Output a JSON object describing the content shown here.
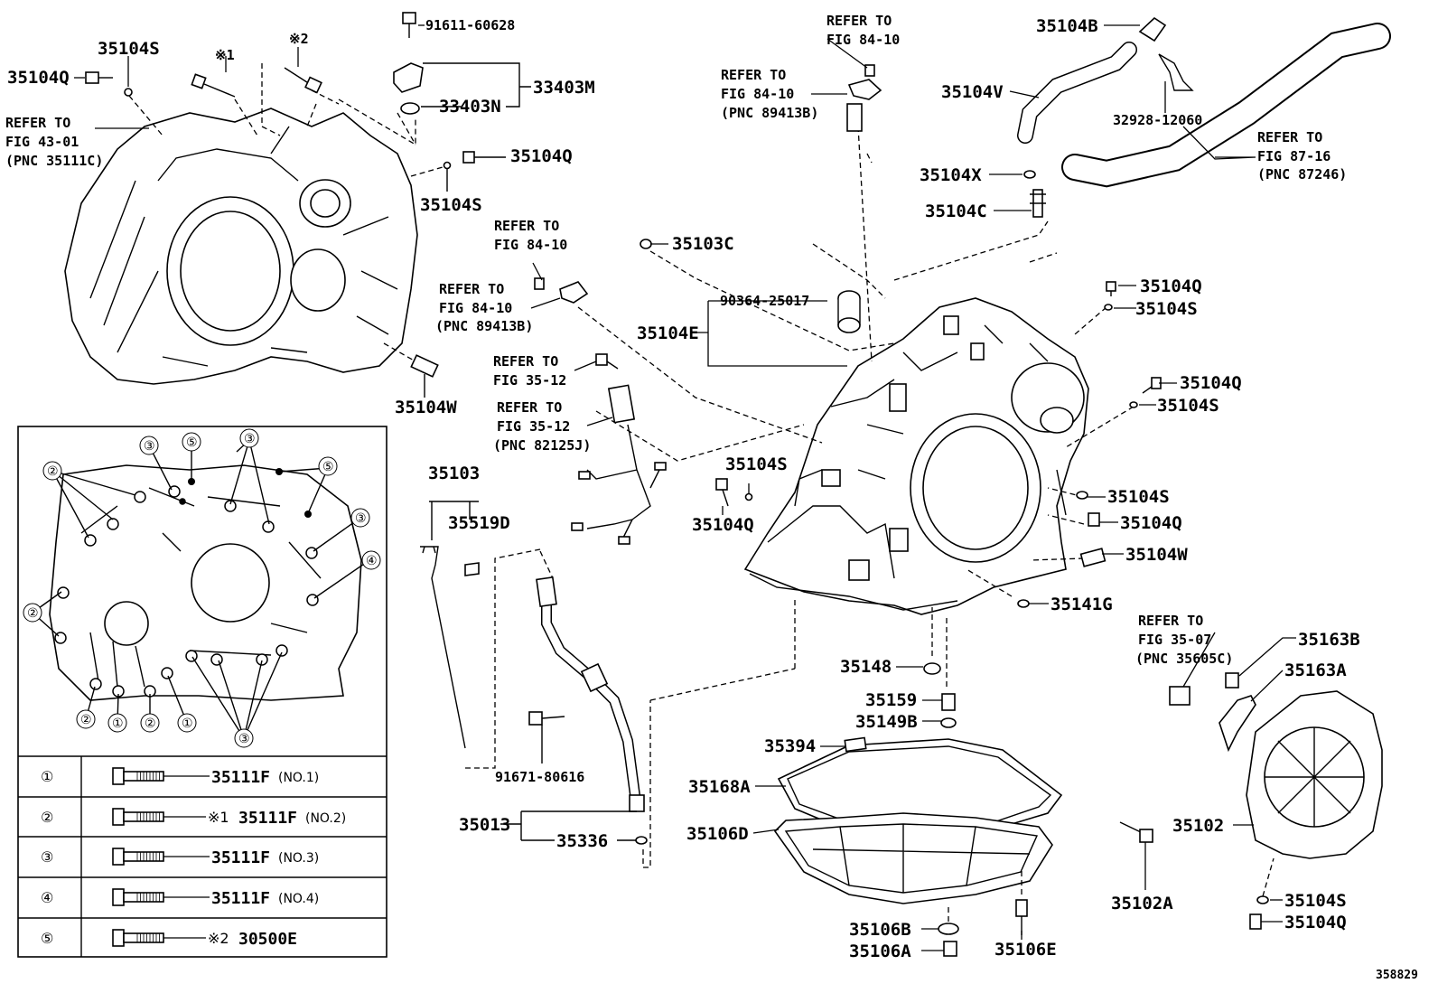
{
  "diagram_id": "358829",
  "labels": {
    "l35104S_a": "35104S",
    "l35104Q_a": "35104Q",
    "lmark1": "※1",
    "lmark2": "※2",
    "l91611": "91611-60628",
    "l33403M": "33403M",
    "l33403N": "33403N",
    "l35104Q_b": "35104Q",
    "l35104S_b": "35104S",
    "l35104W_a": "35104W",
    "refer_to": "REFER TO",
    "fig4301": "FIG 43-01",
    "pnc35111c": "(PNC 35111C)",
    "fig8410": "FIG 84-10",
    "pnc89413b": "(PNC 89413B)",
    "fig3512": "FIG 35-12",
    "pnc82125j": "(PNC 82125J)",
    "fig8716": "FIG 87-16",
    "pnc87246": "(PNC 87246)",
    "fig3507": "FIG 35-07",
    "pnc35605c": "(PNC 35605C)",
    "l35104B": "35104B",
    "l35104V": "35104V",
    "l32928": "32928-12060",
    "l35104X": "35104X",
    "l35104C": "35104C",
    "l35103C": "35103C",
    "l90364": "90364-25017",
    "l35104E": "35104E",
    "l35104Q_c": "35104Q",
    "l35104S_c": "35104S",
    "l35104Q_d": "35104Q",
    "l35104S_d": "35104S",
    "l35104S_e": "35104S",
    "l35104Q_e": "35104Q",
    "l35104W_b": "35104W",
    "l35141G": "35141G",
    "l35104S_f": "35104S",
    "l35104Q_f": "35104Q",
    "l35103": "35103",
    "l35519D": "35519D",
    "l91671": "91671-80616",
    "l35013": "35013",
    "l35336": "35336",
    "l35148": "35148",
    "l35159": "35159",
    "l35149B": "35149B",
    "l35394": "35394",
    "l35168A": "35168A",
    "l35106D": "35106D",
    "l35106B": "35106B",
    "l35106A": "35106A",
    "l35106E": "35106E",
    "l35163B": "35163B",
    "l35163A": "35163A",
    "l35102": "35102",
    "l35102A": "35102A",
    "l35104S_g": "35104S",
    "l35104Q_g": "35104Q"
  },
  "bolt_table": [
    {
      "num": "①",
      "part": "35111F",
      "note": "(NO.1)",
      "mark": ""
    },
    {
      "num": "②",
      "part": "35111F",
      "note": "(NO.2)",
      "mark": "※1"
    },
    {
      "num": "③",
      "part": "35111F",
      "note": "(NO.3)",
      "mark": ""
    },
    {
      "num": "④",
      "part": "35111F",
      "note": "(NO.4)",
      "mark": ""
    },
    {
      "num": "⑤",
      "part": "30500E",
      "note": "",
      "mark": "※2"
    }
  ],
  "callouts": {
    "c1": "①",
    "c2": "②",
    "c3": "③",
    "c4": "④",
    "c5": "⑤"
  }
}
